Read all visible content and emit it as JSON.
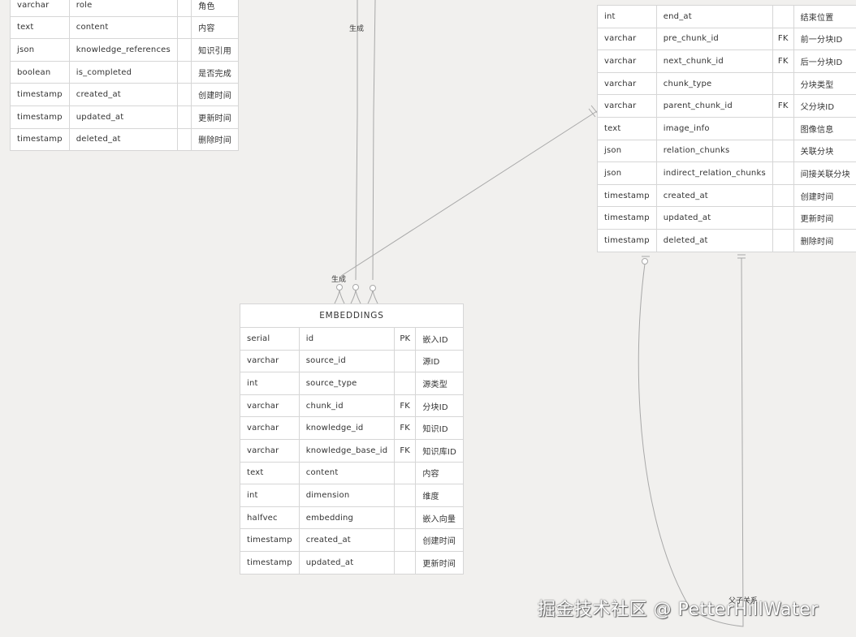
{
  "tables": {
    "left": {
      "rows": [
        [
          "varchar",
          "role",
          "",
          "角色"
        ],
        [
          "text",
          "content",
          "",
          "内容"
        ],
        [
          "json",
          "knowledge_references",
          "",
          "知识引用"
        ],
        [
          "boolean",
          "is_completed",
          "",
          "是否完成"
        ],
        [
          "timestamp",
          "created_at",
          "",
          "创建时间"
        ],
        [
          "timestamp",
          "updated_at",
          "",
          "更新时间"
        ],
        [
          "timestamp",
          "deleted_at",
          "",
          "删除时间"
        ]
      ]
    },
    "right": {
      "rows": [
        [
          "int",
          "end_at",
          "",
          "结束位置"
        ],
        [
          "varchar",
          "pre_chunk_id",
          "FK",
          "前一分块ID"
        ],
        [
          "varchar",
          "next_chunk_id",
          "FK",
          "后一分块ID"
        ],
        [
          "varchar",
          "chunk_type",
          "",
          "分块类型"
        ],
        [
          "varchar",
          "parent_chunk_id",
          "FK",
          "父分块ID"
        ],
        [
          "text",
          "image_info",
          "",
          "图像信息"
        ],
        [
          "json",
          "relation_chunks",
          "",
          "关联分块"
        ],
        [
          "json",
          "indirect_relation_chunks",
          "",
          "间接关联分块"
        ],
        [
          "timestamp",
          "created_at",
          "",
          "创建时间"
        ],
        [
          "timestamp",
          "updated_at",
          "",
          "更新时间"
        ],
        [
          "timestamp",
          "deleted_at",
          "",
          "删除时间"
        ]
      ]
    },
    "embeddings": {
      "title": "EMBEDDINGS",
      "rows": [
        [
          "serial",
          "id",
          "PK",
          "嵌入ID"
        ],
        [
          "varchar",
          "source_id",
          "",
          "源ID"
        ],
        [
          "int",
          "source_type",
          "",
          "源类型"
        ],
        [
          "varchar",
          "chunk_id",
          "FK",
          "分块ID"
        ],
        [
          "varchar",
          "knowledge_id",
          "FK",
          "知识ID"
        ],
        [
          "varchar",
          "knowledge_base_id",
          "FK",
          "知识库ID"
        ],
        [
          "text",
          "content",
          "",
          "内容"
        ],
        [
          "int",
          "dimension",
          "",
          "维度"
        ],
        [
          "halfvec",
          "embedding",
          "",
          "嵌入向量"
        ],
        [
          "timestamp",
          "created_at",
          "",
          "创建时间"
        ],
        [
          "timestamp",
          "updated_at",
          "",
          "更新时间"
        ]
      ]
    }
  },
  "labels": {
    "top_generate": "生成",
    "bottom_generate": "生成",
    "parent_child": "父子关系"
  },
  "watermark": "掘金技术社区 @ PetterHillWater",
  "colors": {
    "background": "#f1f0ee",
    "line": "#999999",
    "border": "#d6d6d6"
  }
}
